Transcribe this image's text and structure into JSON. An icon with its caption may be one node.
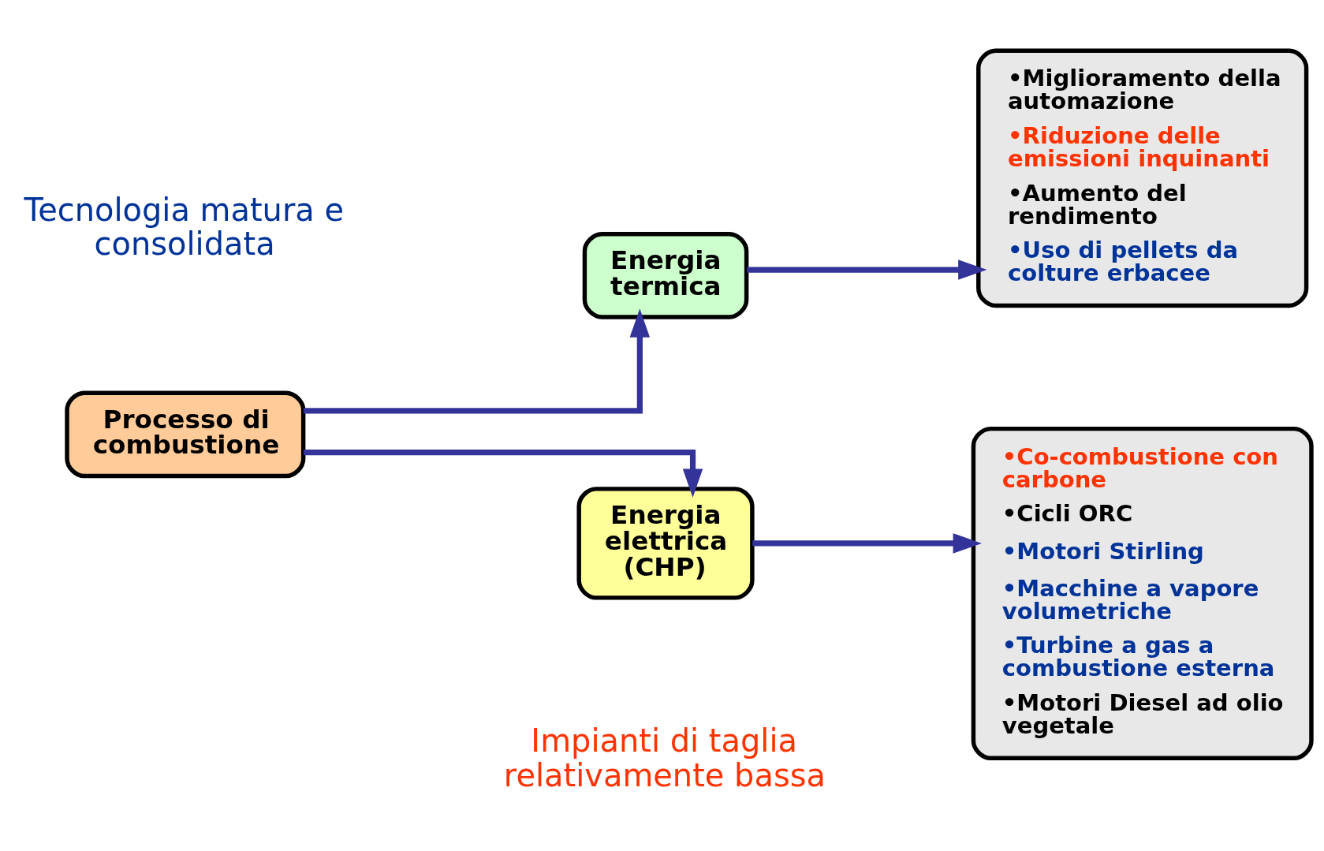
{
  "diagram": {
    "nodes": [
      {
        "text": [
          "Processo di combustione"
        ]
      },
      {
        "text": [
          "Energia termica"
        ]
      },
      {
        "text": [
          "Energia elettrica (CHP)"
        ]
      },
      {
        "text": [
          "•Miglioramento della automazione",
          "•Riduzione delle emissioni inquinanti",
          "•Aumento del rendimento",
          "•Uso di pellets da colture erbacee"
        ]
      },
      {
        "text": [
          "•Co-combustione con carbone",
          "•Cicli ORC",
          "•Motori Stirling",
          "•Macchine a vapore volumetriche",
          "•Turbine a gas a combustione esterna",
          "•Motori Diesel ad olio vegetale"
        ]
      }
    ],
    "edges": [
      {
        "from": 0,
        "to": 1,
        "arrow": "to"
      },
      {
        "from": 0,
        "to": 2,
        "arrow": "to"
      },
      {
        "from": 1,
        "to": 3,
        "arrow": "to"
      },
      {
        "from": 2,
        "to": 4,
        "arrow": "to"
      }
    ],
    "labels": [
      "Tecnologia matura e consolidata",
      "Impianti di taglia relativamente bassa"
    ]
  }
}
